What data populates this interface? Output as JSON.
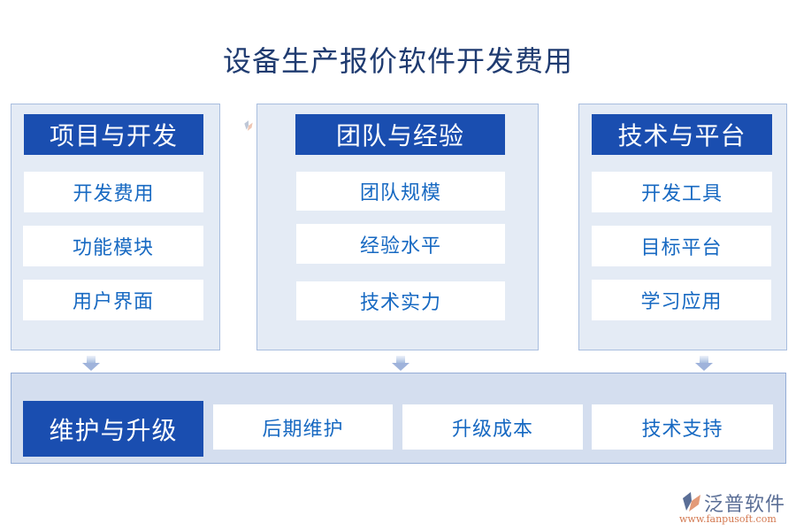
{
  "title": "设备生产报价软件开发费用",
  "columns": [
    {
      "header": "项目与开发",
      "items": [
        "开发费用",
        "功能模块",
        "用户界面"
      ]
    },
    {
      "header": "团队与经验",
      "items": [
        "团队规模",
        "经验水平",
        "技术实力"
      ]
    },
    {
      "header": "技术与平台",
      "items": [
        "开发工具",
        "目标平台",
        "学习应用"
      ]
    }
  ],
  "bottom": {
    "header": "维护与升级",
    "items": [
      "后期维护",
      "升级成本",
      "技术支持"
    ]
  },
  "watermark": {
    "name": "泛普软件"
  },
  "brand": {
    "name": "泛普软件",
    "url": "www.fanpusoft.com"
  },
  "colors": {
    "title": "#1f3b70",
    "header_bg": "#1a4eb0",
    "item_text": "#1769c2",
    "panel_bg": "#e4ebf5",
    "bottom_bg": "#d4deef"
  }
}
